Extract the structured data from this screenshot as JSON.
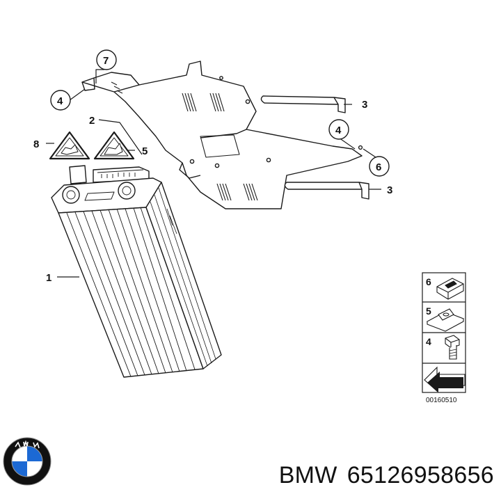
{
  "callouts": [
    {
      "id": "c1",
      "label": "1"
    },
    {
      "id": "c2",
      "label": "2"
    },
    {
      "id": "c3a",
      "label": "3"
    },
    {
      "id": "c3b",
      "label": "3"
    },
    {
      "id": "c4a",
      "label": "4"
    },
    {
      "id": "c4b",
      "label": "4"
    },
    {
      "id": "c5",
      "label": "5"
    },
    {
      "id": "c6",
      "label": "6"
    },
    {
      "id": "c7",
      "label": "7"
    },
    {
      "id": "c8",
      "label": "8"
    }
  ],
  "legend": {
    "items": [
      {
        "label": "6",
        "icon": "clip-nut-icon"
      },
      {
        "label": "5",
        "icon": "speed-nut-icon"
      },
      {
        "label": "4",
        "icon": "bolt-icon"
      },
      {
        "label": "",
        "icon": "direction-arrow-icon"
      }
    ],
    "code": "00160510"
  },
  "footer": {
    "brand": "BMW",
    "part_number": "65126958656"
  },
  "colors": {
    "line": "#1a1a1a",
    "bmw_blue": "#1c69d4",
    "bmw_black": "#111111"
  }
}
